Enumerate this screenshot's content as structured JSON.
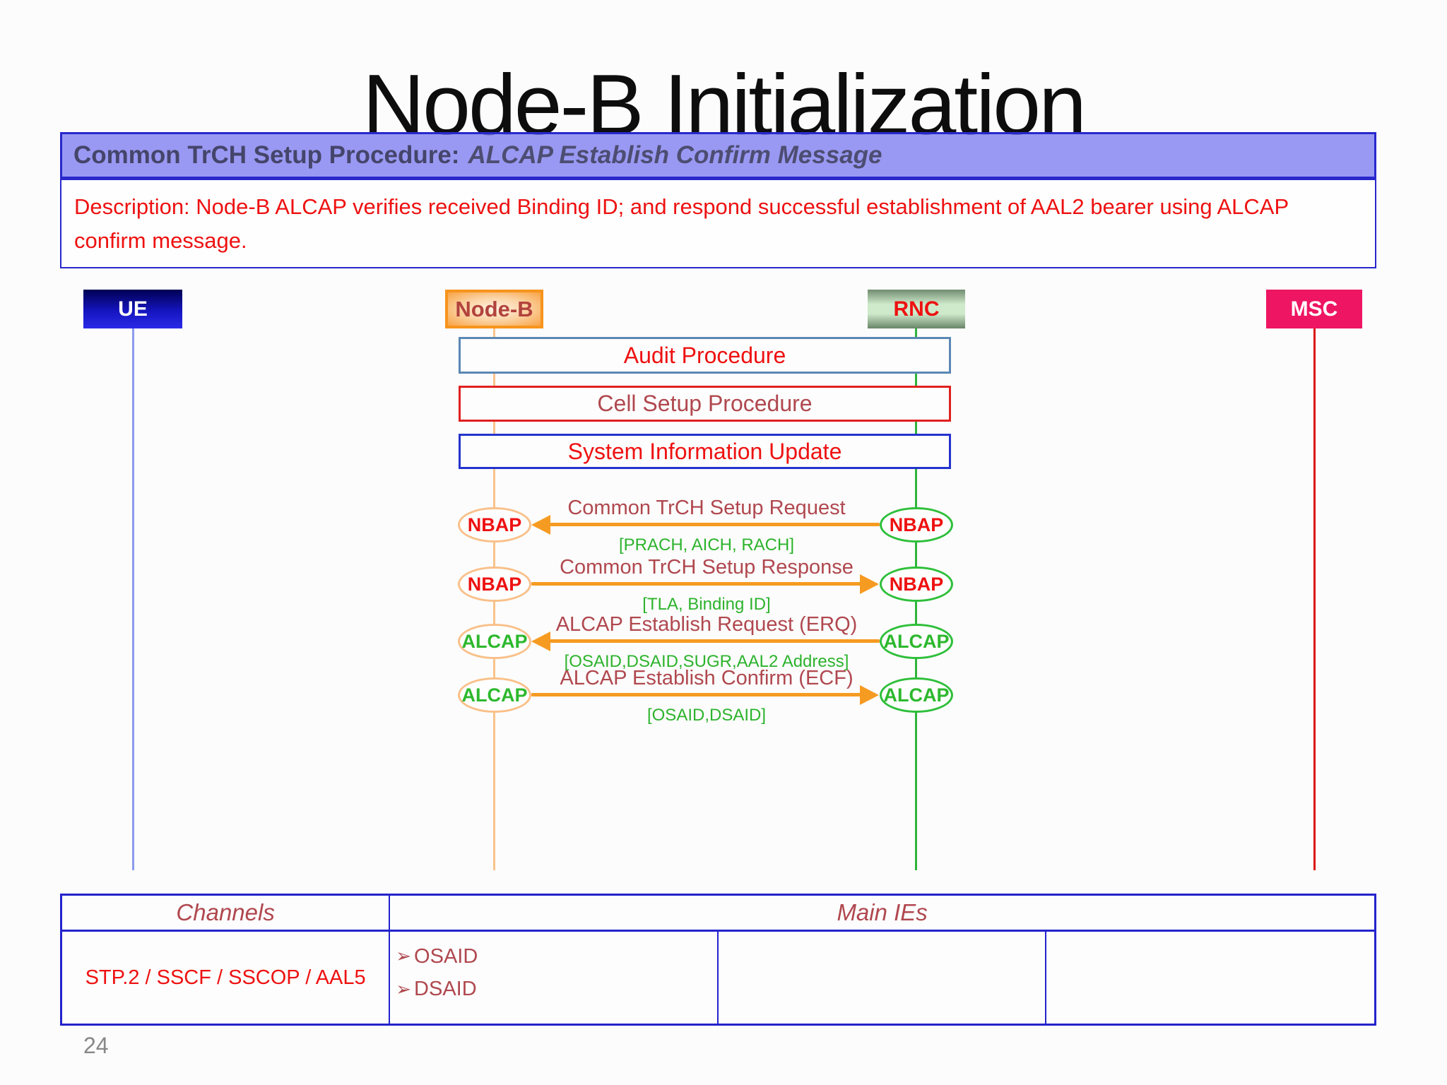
{
  "title": "Node-B Initialization",
  "header": {
    "procedure": "Common TrCH Setup Procedure:",
    "message": "ALCAP Establish Confirm Message"
  },
  "description": "Description: Node-B ALCAP verifies received Binding ID; and respond successful establishment of AAL2 bearer using ALCAP confirm message.",
  "entities": [
    {
      "id": "ue",
      "label": "UE",
      "color": "#1a1ad0"
    },
    {
      "id": "node-b",
      "label": "Node-B",
      "color": "#f7941d"
    },
    {
      "id": "rnc",
      "label": "RNC",
      "color": "#8fae8f"
    },
    {
      "id": "msc",
      "label": "MSC",
      "color": "#ee1562"
    }
  ],
  "procedures": [
    {
      "label": "Audit Procedure",
      "border_color": "#5b87b5"
    },
    {
      "label": "Cell Setup Procedure",
      "border_color": "#e02020"
    },
    {
      "label": "System Information Update",
      "border_color": "#2433cc"
    }
  ],
  "messages": [
    {
      "label": "Common TrCH Setup Request",
      "params": "[PRACH, AICH, RACH]",
      "direction": "left",
      "left_tag": "NBAP",
      "right_tag": "NBAP"
    },
    {
      "label": "Common TrCH Setup Response",
      "params": "[TLA, Binding ID]",
      "direction": "right",
      "left_tag": "NBAP",
      "right_tag": "NBAP"
    },
    {
      "label": "ALCAP Establish Request (ERQ)",
      "params": "[OSAID,DSAID,SUGR,AAL2 Address]",
      "direction": "left",
      "left_tag": "ALCAP",
      "right_tag": "ALCAP"
    },
    {
      "label": "ALCAP Establish Confirm (ECF)",
      "params": "[OSAID,DSAID]",
      "direction": "right",
      "left_tag": "ALCAP",
      "right_tag": "ALCAP"
    }
  ],
  "table": {
    "headers": [
      "Channels",
      "Main IEs"
    ],
    "row": {
      "channels": "STP.2 / SSCF / SSCOP / AAL5",
      "main_ies": [
        "OSAID",
        "DSAID"
      ]
    },
    "bullet_glyph": "➢"
  },
  "page_number": "24",
  "colors": {
    "arrow": "#f69b22",
    "message_label": "#b0484f",
    "message_params": "#2db32d",
    "description_text": "#ee1111",
    "table_border": "#2323cc",
    "header_bar_bg": "#7c7cf0",
    "header_bar_border": "#2828cc",
    "nbap_text": "#ee1111",
    "alcap_text": "#2db82d"
  }
}
